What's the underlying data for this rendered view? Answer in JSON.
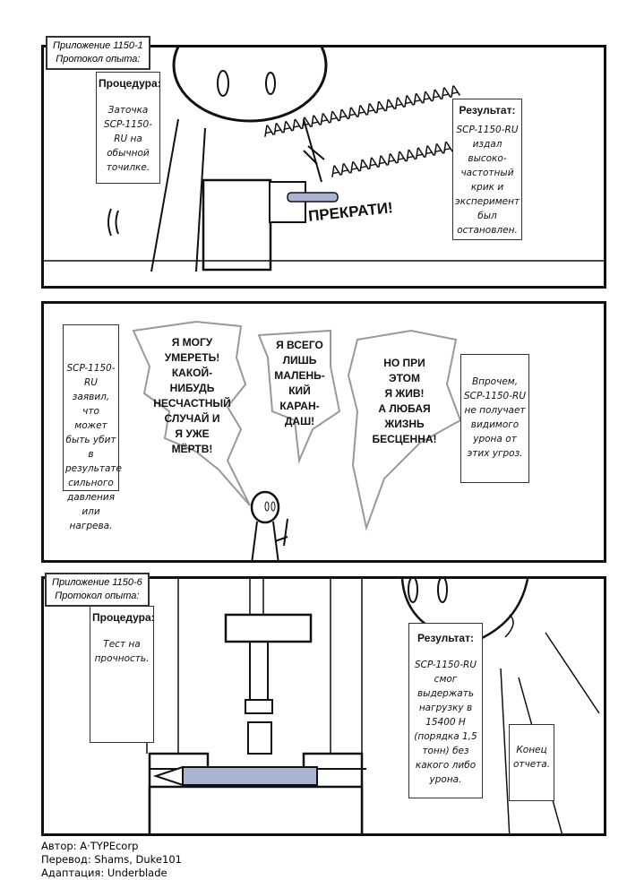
{
  "panel1": {
    "caption": "Приложение 1150-1\nПротокол опыта:",
    "procedure_title": "Процедура:",
    "procedure_text": "Заточка SCP-1150-RU на обычной точилке.",
    "scream1": "ААААААААААААААААААААА",
    "scream2": "ААААААААААААА",
    "shout": "ПРЕКРАТИ!",
    "result_title": "Результат:",
    "result_text": "SCP-1150-RU издал высоко-частотный крик и эксперимент был остановлен."
  },
  "panel2": {
    "left_text": "SCP-1150-RU заявил, что может быть убит в результате сильного давления или нагрева.",
    "bubble1": "Я МОГУ\nУМЕРЕТЬ!\nКАКОЙ-\nНИБУДЬ\nНЕСЧАСТНЫЙ\nСЛУЧАЙ И\nЯ УЖЕ\nМЁРТВ!",
    "bubble2": "Я ВСЕГО\nЛИШЬ\nМАЛЕНЬ-\nКИЙ\nКАРАН-\nДАШ!",
    "bubble3": "НО ПРИ\nЭТОМ\nЯ ЖИВ!\nА ЛЮБАЯ\nЖИЗНЬ\nБЕСЦЕННА!",
    "right_text": "Впрочем, SCP-1150-RU не получает видимого урона от этих угроз."
  },
  "panel3": {
    "caption": "Приложение 1150-6\nПротокол опыта:",
    "procedure_title": "Процедура:",
    "procedure_text": "Тест на прочность.",
    "result_title": "Результат:",
    "result_text": "SCP-1150-RU смог выдержать нагрузку в 15400 Н (порядка 1,5 тонн) без какого либо урона.",
    "end_text": "Конец отчета."
  },
  "credits": {
    "author": "Автор: A·TYPEcorp",
    "translation": "Перевод: Shams, Duke101",
    "adaptation": "Адаптация: Underblade"
  },
  "colors": {
    "pencil": "#aab4d0",
    "bubble_border": "#999999"
  }
}
